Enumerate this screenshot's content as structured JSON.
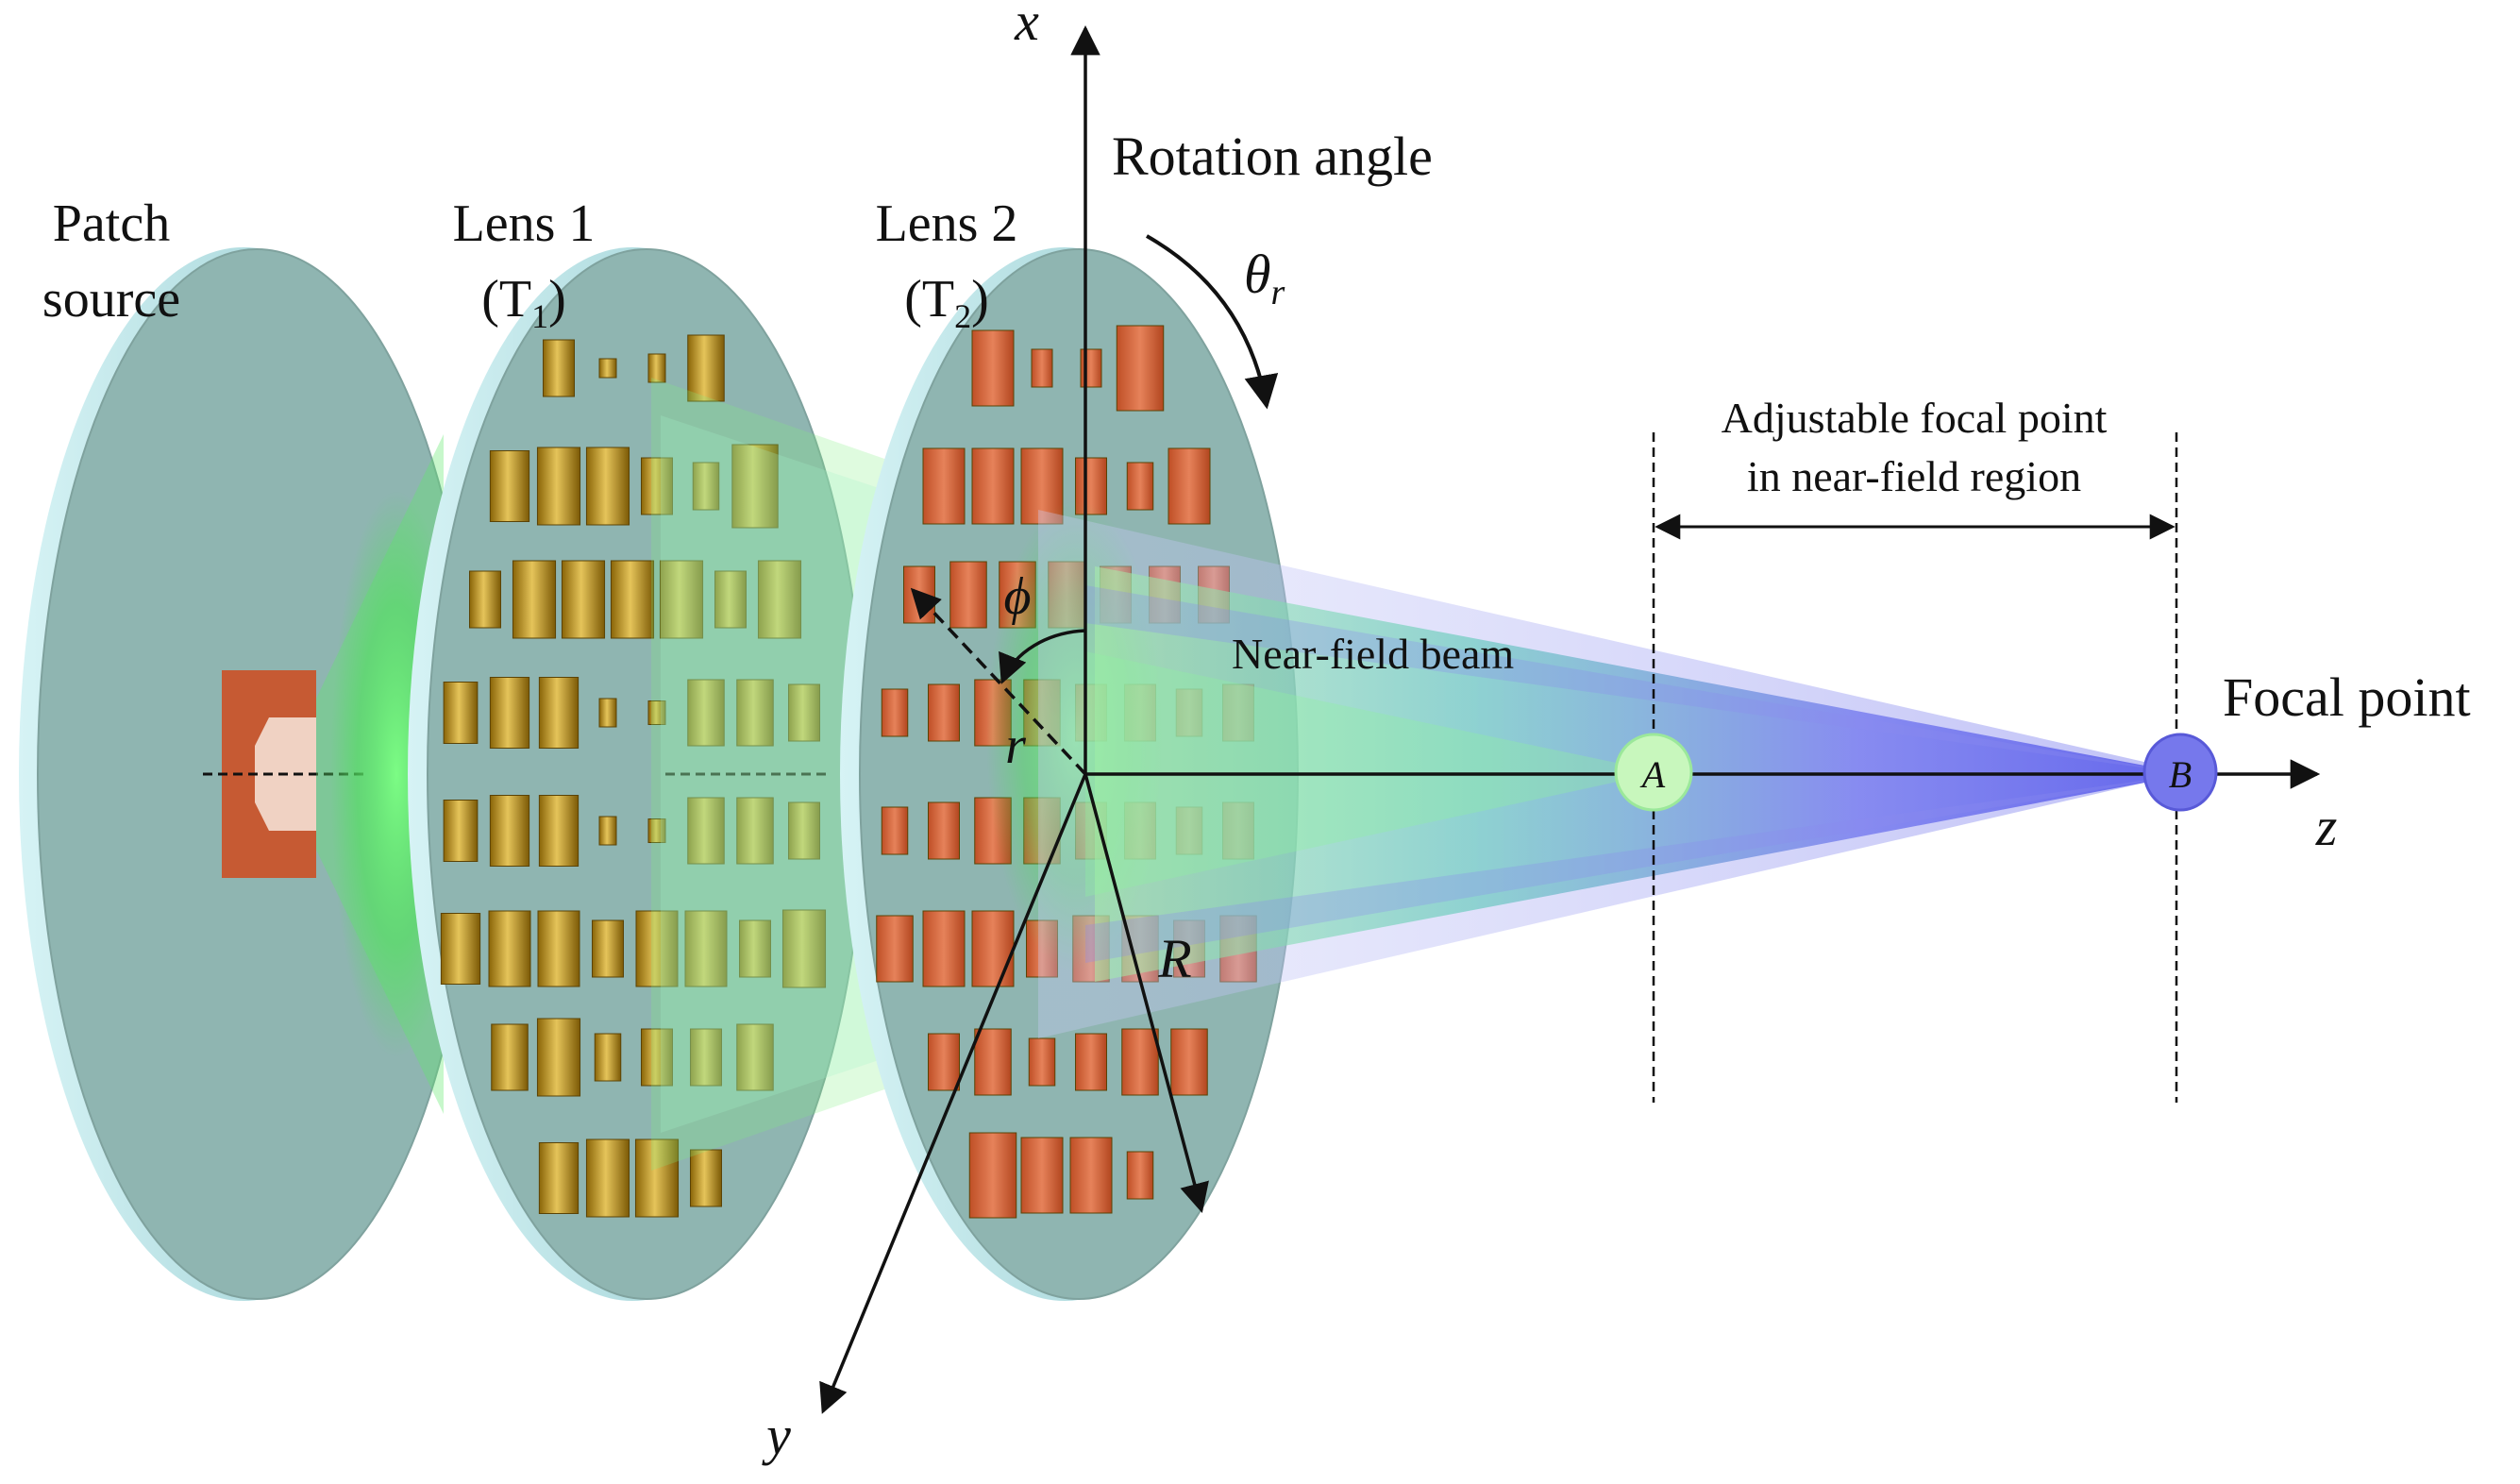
{
  "labels": {
    "patch_line1": "Patch",
    "patch_line2": "source",
    "lens1_line1": "Lens 1",
    "lens1_line2": "(T",
    "lens1_sub": "1",
    "lens1_close": ")",
    "lens2_line1": "Lens 2",
    "lens2_line2": "(T",
    "lens2_sub": "2",
    "lens2_close": ")",
    "rotation_angle": "Rotation angle",
    "theta": "θ",
    "theta_sub": "r",
    "adjustable_line1": "Adjustable focal point",
    "adjustable_line2": "in near-field region",
    "near_field_beam": "Near-field beam",
    "focal_point": "Focal point",
    "point_a": "A",
    "point_b": "B",
    "phi": "ϕ",
    "r": "r",
    "R": "R",
    "axis_x": "x",
    "axis_y": "y",
    "axis_z": "z"
  },
  "colors": {
    "disk_face": "#8fb5b1",
    "disk_edge": "#b9e4e8",
    "patch": "#c65a33",
    "lens1_cell": "#a07a10",
    "lens2_cell": "#c9562d",
    "beam_green": "#5cf06a",
    "beam_blue": "#6f6ff0"
  }
}
